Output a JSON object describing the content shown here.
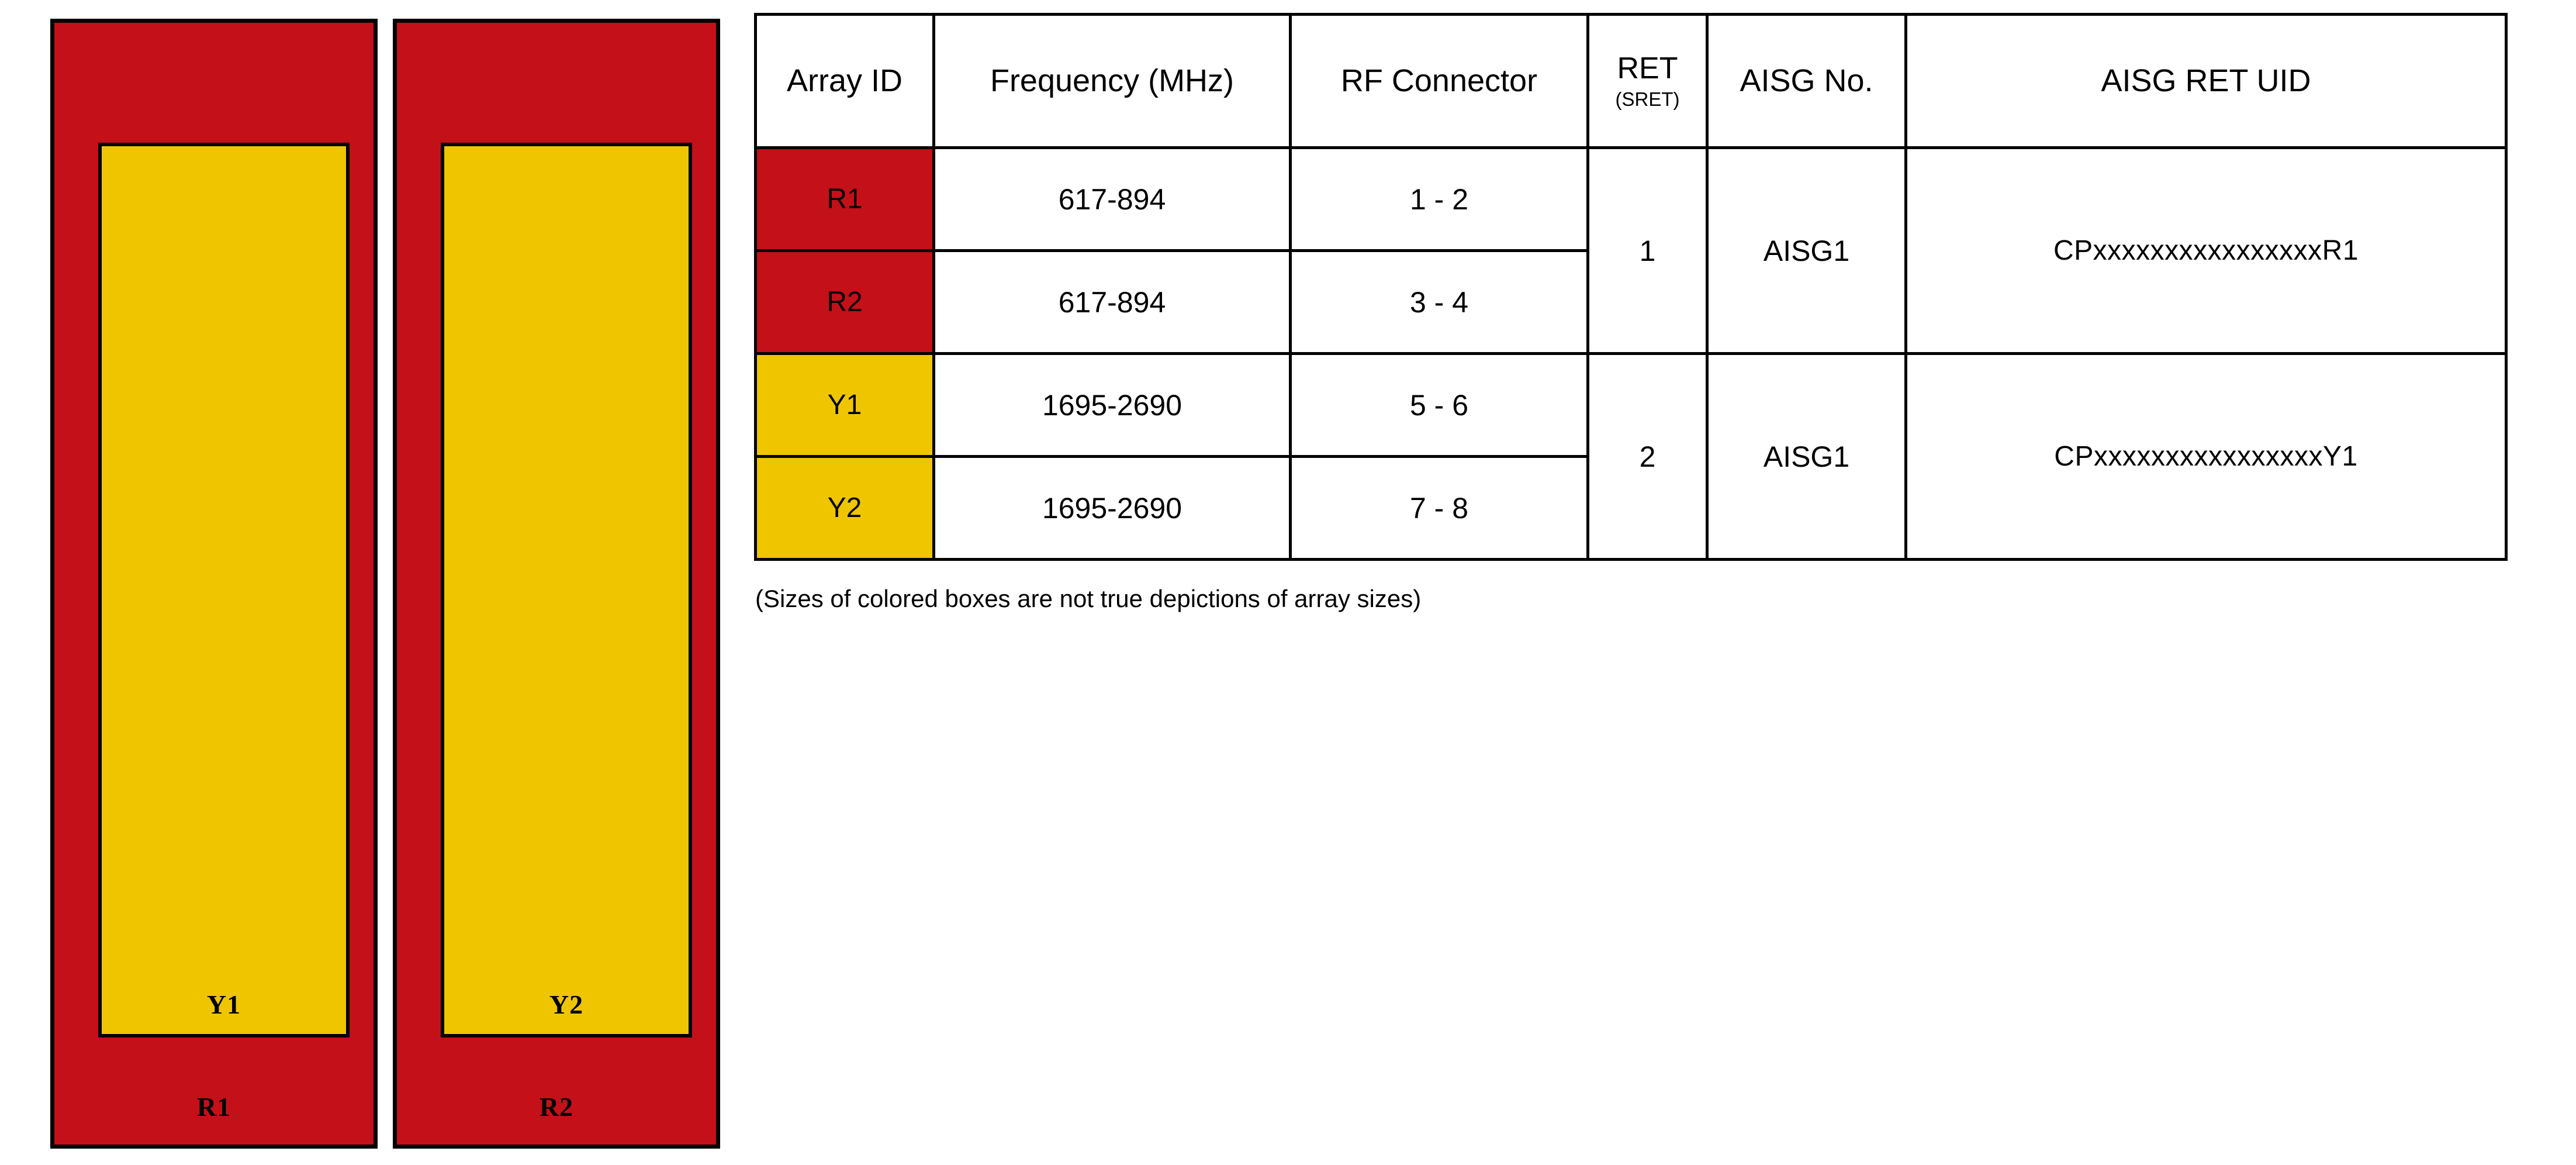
{
  "diagram": {
    "arrays": [
      {
        "outer_label": "R1",
        "inner_label": "Y1",
        "outer_color": "#C41019",
        "inner_color": "#EFC500"
      },
      {
        "outer_label": "R2",
        "inner_label": "Y2",
        "outer_color": "#C41019",
        "inner_color": "#EFC500"
      }
    ]
  },
  "table": {
    "headers": {
      "array_id": "Array ID",
      "frequency": "Frequency (MHz)",
      "rf_connector": "RF Connector",
      "ret_main": "RET",
      "ret_sub": "(SRET)",
      "aisg_no": "AISG No.",
      "aisg_ret_uid": "AISG RET UID"
    },
    "rows": [
      {
        "array_id": "R1",
        "swatch": "#C41019",
        "frequency": "617-894",
        "rf_connector": "1 - 2"
      },
      {
        "array_id": "R2",
        "swatch": "#C41019",
        "frequency": "617-894",
        "rf_connector": "3 - 4"
      },
      {
        "array_id": "Y1",
        "swatch": "#EFC500",
        "frequency": "1695-2690",
        "rf_connector": "5 - 6"
      },
      {
        "array_id": "Y2",
        "swatch": "#EFC500",
        "frequency": "1695-2690",
        "rf_connector": "7 - 8"
      }
    ],
    "groups": [
      {
        "ret": "1",
        "aisg_no": "AISG1",
        "aisg_ret_uid": "CPxxxxxxxxxxxxxxxxR1"
      },
      {
        "ret": "2",
        "aisg_no": "AISG1",
        "aisg_ret_uid": "CPxxxxxxxxxxxxxxxxY1"
      }
    ]
  },
  "caption": "(Sizes of colored boxes are not true depictions of array sizes)"
}
